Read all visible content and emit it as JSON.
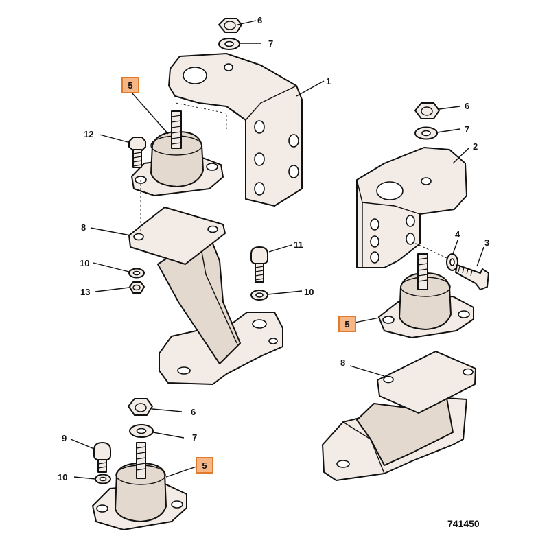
{
  "colors": {
    "callout_fill": "#f6b686",
    "callout_border": "#e07b2e",
    "part_fill": "#f3ece6"
  },
  "callouts": {
    "top_left": "5",
    "right": "5",
    "bottom": "5"
  },
  "labels": {
    "l1": "1",
    "l2": "2",
    "l3": "3",
    "l4": "4",
    "l6_top": "6",
    "l7_top": "7",
    "l6_right": "6",
    "l7_right": "7",
    "l6_bottom": "6",
    "l7_bottom": "7",
    "l8_left": "8",
    "l8_right": "8",
    "l9": "9",
    "l10_left": "10",
    "l10_mid": "10",
    "l10_bottom": "10",
    "l11": "11",
    "l12": "12",
    "l13": "13"
  },
  "reference_number": "741450"
}
